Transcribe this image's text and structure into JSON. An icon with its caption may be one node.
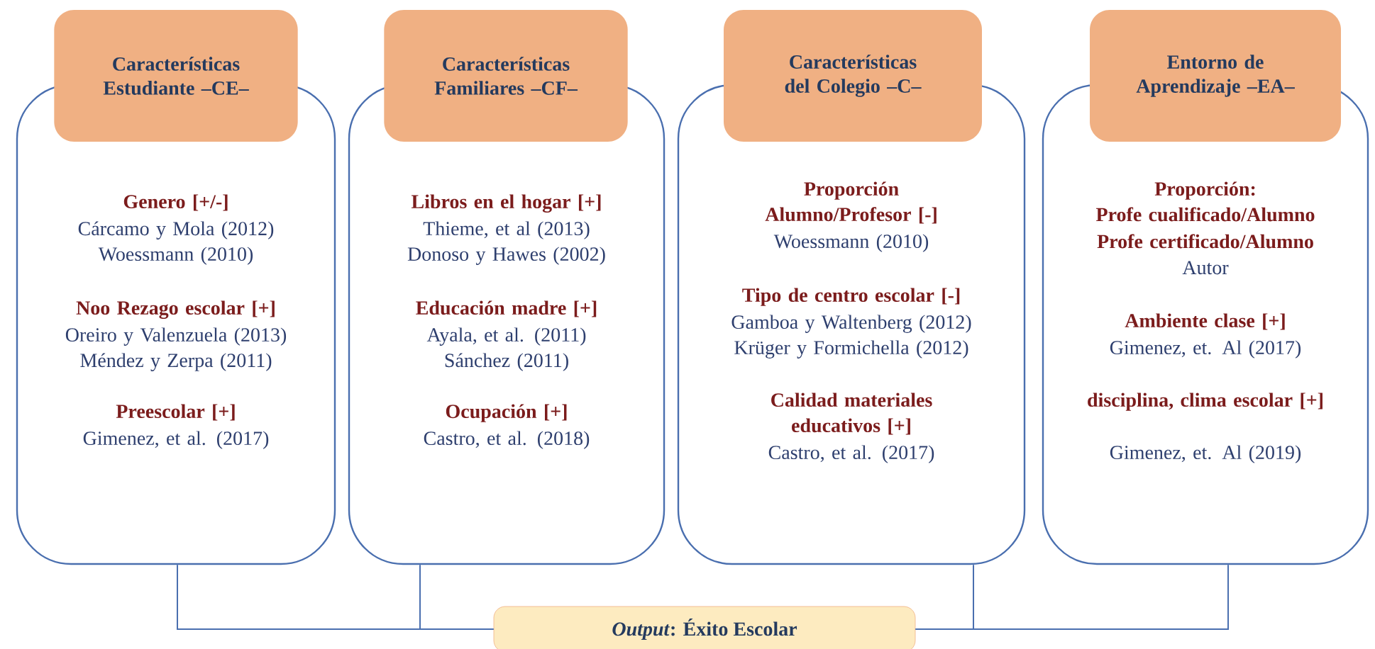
{
  "diagram": {
    "nodes": [
      {
        "text": [
          "Características Estudiante –CE–"
        ]
      },
      {
        "text": [
          "Genero [+/-]",
          "Cárcamo y Mola (2012)",
          "Woessmann (2010)",
          "Noo Rezago escolar [+]",
          "Oreiro y Valenzuela (2013)",
          "Méndez y Zerpa (2011)",
          "Preescolar [+]",
          "Gimenez, et al. (2017)"
        ]
      },
      {
        "text": [
          "Características Familiares –CF–"
        ]
      },
      {
        "text": [
          "Libros en el hogar [+]",
          "Thieme, et al (2013)",
          "Donoso y Hawes (2002)",
          "Educación madre [+]",
          "Ayala, et al. (2011)",
          "Sánchez (2011)",
          "Ocupación [+]",
          "Castro, et al. (2018)"
        ]
      },
      {
        "text": [
          "Características del Colegio –C–"
        ]
      },
      {
        "text": [
          "Proporción Alumno/Profesor [-]",
          "Woessmann (2010)",
          "Tipo de centro escolar [-]",
          "Gamboa y Waltenberg (2012)",
          "Krüger y Formichella (2012)",
          "Calidad materiales educativos [+]",
          "Castro, et al. (2017)"
        ]
      },
      {
        "text": [
          "Entorno de Aprendizaje –EA–"
        ]
      },
      {
        "text": [
          "Proporción:",
          "Profe cualificado/Alumno",
          "Profe certificado/Alumno",
          "Autor",
          "Ambiente clase [+]",
          "Gimenez, et. Al (2017)",
          "disciplina, clima escolar [+]",
          "Gimenez, et. Al (2019)"
        ]
      },
      {
        "text": [
          "*Output*: Éxito Escolar"
        ]
      }
    ],
    "edges": [
      {
        "from": 1,
        "to": 8,
        "arrow": "none"
      },
      {
        "from": 3,
        "to": 8,
        "arrow": "none"
      },
      {
        "from": 5,
        "to": 8,
        "arrow": "none"
      },
      {
        "from": 7,
        "to": 8,
        "arrow": "none"
      }
    ]
  }
}
